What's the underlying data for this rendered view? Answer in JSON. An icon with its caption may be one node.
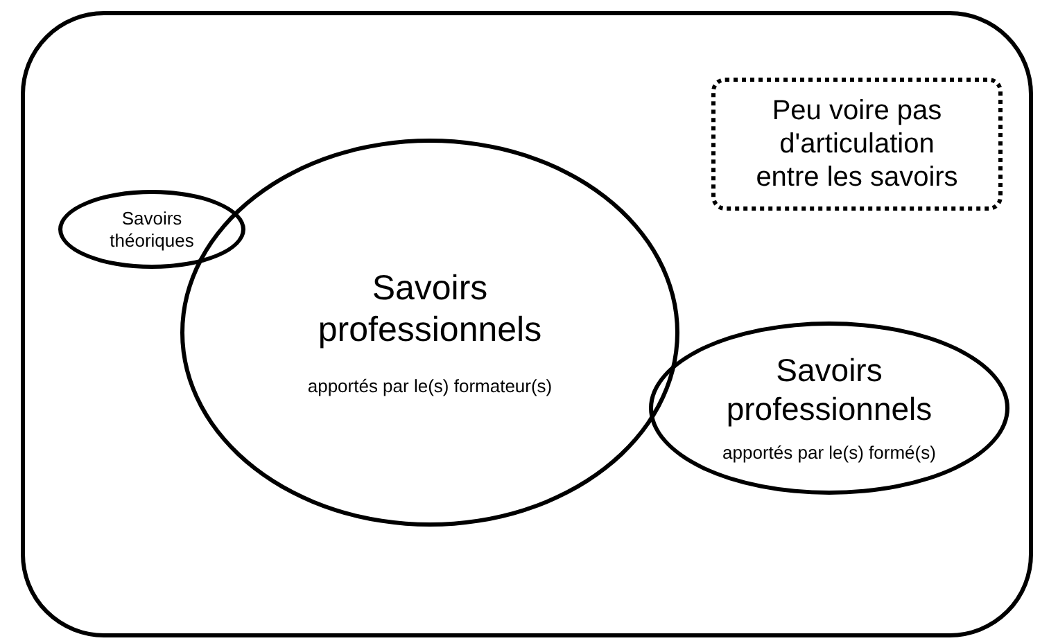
{
  "diagram": {
    "nodes": [
      {
        "text": [],
        "shape": "box"
      },
      {
        "text": [
          "Peu voire pas d'articulation entre les savoirs"
        ],
        "in": 0
      },
      {
        "text": [
          "Savoirs théoriques"
        ],
        "in": 0
      },
      {
        "text": [
          "Savoirs professionnels",
          "apportés par le(s) formateur(s)"
        ],
        "in": 0
      },
      {
        "text": [
          "Savoirs professionnels",
          "apportés par le(s) formé(s)"
        ],
        "in": 0
      }
    ],
    "edges": []
  }
}
